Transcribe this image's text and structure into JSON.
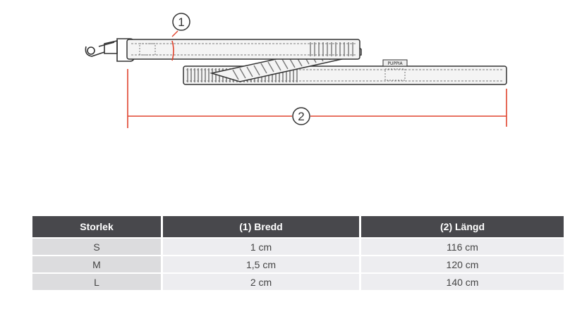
{
  "diagram": {
    "marker_width": "1",
    "marker_length": "2",
    "brand_tag": "PUPPIA",
    "colors": {
      "outline": "#333333",
      "measure": "#e0442e",
      "strap_fill": "#f2f2f2"
    }
  },
  "table": {
    "headers": [
      "Storlek",
      "(1) Bredd",
      "(2) Längd"
    ],
    "rows": [
      [
        "S",
        "1 cm",
        "116 cm"
      ],
      [
        "M",
        "1,5 cm",
        "120 cm"
      ],
      [
        "L",
        "2 cm",
        "140 cm"
      ]
    ],
    "colors": {
      "header_bg": "#48484c",
      "first_col_bg": "#dcdcde",
      "cell_bg": "#ededf0"
    }
  }
}
